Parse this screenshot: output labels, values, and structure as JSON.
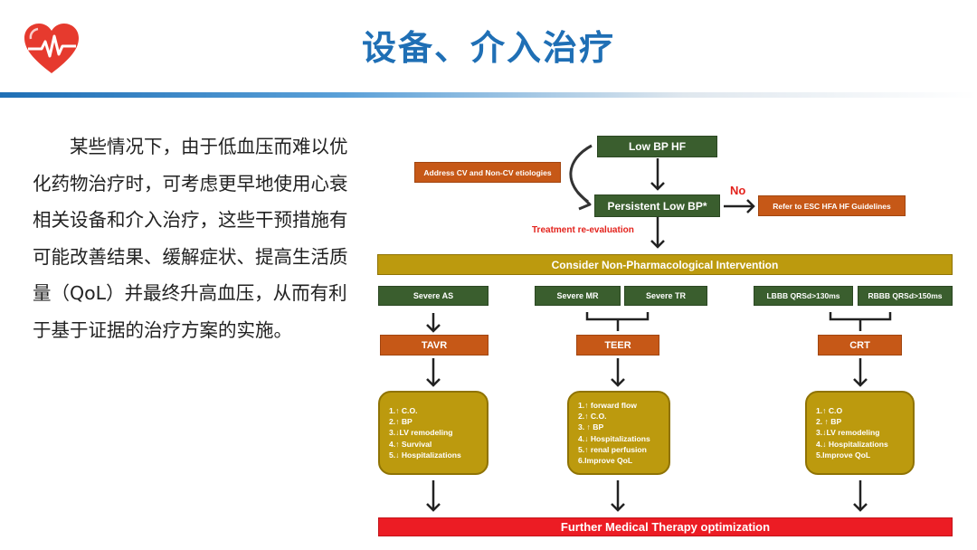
{
  "header": {
    "title": "设备、介入治疗"
  },
  "body_text": "某些情况下，由于低血压而难以优化药物治疗时，可考虑更早地使用心衰相关设备和介入治疗，这些干预措施有可能改善结果、缓解症状、提高生活质量（QoL）并最终升高血压，从而有利于基于证据的治疗方案的实施。",
  "diagram": {
    "low_bp_hf": "Low BP HF",
    "address": "Address CV and Non-CV etiologies",
    "persistent": "Persistent Low BP*",
    "no_label": "No",
    "refer": "Refer to ESC HFA HF Guidelines",
    "treatment_reeval": "Treatment re-evaluation",
    "consider": "Consider Non-Pharmacological Intervention",
    "severe_as": "Severe AS",
    "severe_mr": "Severe MR",
    "severe_tr": "Severe TR",
    "lbbb": "LBBB QRSd>130ms",
    "rbbb": "RBBB QRSd>150ms",
    "tavr": "TAVR",
    "teer": "TEER",
    "crt": "CRT",
    "tavr_outcomes": [
      "1.↑ C.O.",
      "2.↑ BP",
      "3.↓LV remodeling",
      "4.↑ Survival",
      "5.↓ Hospitalizations"
    ],
    "teer_outcomes": [
      "1.↑ forward flow",
      "2.↑ C.O.",
      "3. ↑ BP",
      "4.↓ Hospitalizations",
      "5.↑ renal perfusion",
      "6.Improve QoL"
    ],
    "crt_outcomes": [
      "1.↑ C.O",
      "2. ↑ BP",
      "3.↓LV remodeling",
      "4.↓ Hospitalizations",
      "5.Improve QoL"
    ],
    "further": "Further Medical Therapy optimization"
  },
  "colors": {
    "title_blue": "#1f6fb5",
    "green": "#3a5e2e",
    "orange": "#c65817",
    "olive": "#bc9a0e",
    "red": "#ec1c24"
  }
}
